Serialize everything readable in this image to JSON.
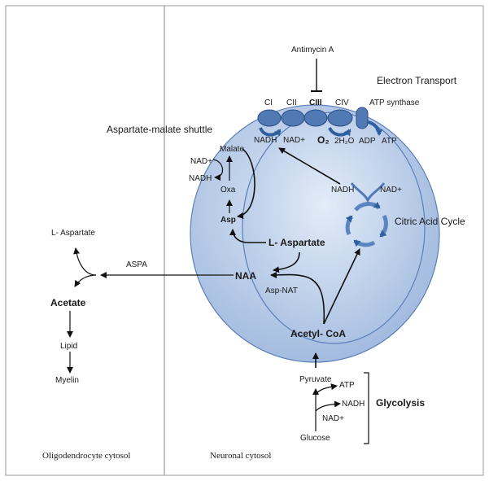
{
  "compartments": {
    "left": "Oligodendrocyte cytosol",
    "right": "Neuronal cytosol"
  },
  "oligodendrocyte": {
    "l_aspartate": "L- Aspartate",
    "aspa": "ASPA",
    "acetate": "Acetate",
    "lipid": "Lipid",
    "myelin": "Myelin"
  },
  "electron_transport": {
    "title": "Electron Transport",
    "inhibitor": "Antimycin A",
    "ci": "CI",
    "cii": "CII",
    "ciii": "CIII",
    "civ": "CIV",
    "atp_synthase": "ATP synthase",
    "nadh": "NADH",
    "nad_plus": "NAD+",
    "o2": "O₂",
    "h2o": "2H₂O",
    "adp": "ADP",
    "atp": "ATP"
  },
  "shuttle": {
    "title": "Aspartate-malate shuttle",
    "malate": "Malate",
    "nad_plus": "NAD+",
    "nadh": "NADH",
    "oxa": "Oxa",
    "asp": "Asp"
  },
  "mitochondrion": {
    "l_aspartate": "L- Aspartate",
    "naa": "NAA",
    "asp_nat": "Asp-NAT",
    "acetyl_coa": "Acetyl- CoA",
    "cycle_title": "Citric Acid Cycle",
    "cycle_nadh": "NADH",
    "cycle_nad_plus": "NAD+"
  },
  "glycolysis": {
    "title": "Glycolysis",
    "pyruvate": "Pyruvate",
    "atp": "ATP",
    "nadh": "NADH",
    "nad_plus": "NAD+",
    "glucose": "Glucose"
  },
  "colors": {
    "membrane_fill": "#b9cbe6",
    "membrane_stroke": "#5b80b8",
    "complex_fill": "#5179b4",
    "complex_stroke": "#2d4f86",
    "cycle_arrows": "#5b85c0"
  }
}
